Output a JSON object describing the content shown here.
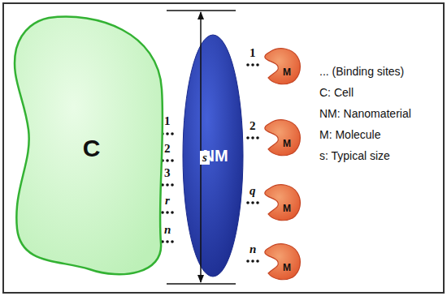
{
  "diagram": {
    "nodes": [
      {
        "text": [
          "C"
        ]
      },
      {
        "text": [
          "NM"
        ]
      },
      {
        "text": [
          "M"
        ]
      },
      {
        "text": [
          "M"
        ]
      },
      {
        "text": [
          "M"
        ]
      },
      {
        "text": [
          "M"
        ]
      }
    ],
    "labels": [
      "1",
      "2",
      "3",
      "r",
      "n",
      "s",
      "1",
      "2",
      "q",
      "n"
    ],
    "legend": [
      {
        "text": "... (Binding sites)"
      },
      {
        "text": "C: Cell"
      },
      {
        "text": "NM: Nanomaterial"
      },
      {
        "text": "M: Molecule"
      },
      {
        "text": "s: Typical size"
      }
    ]
  }
}
